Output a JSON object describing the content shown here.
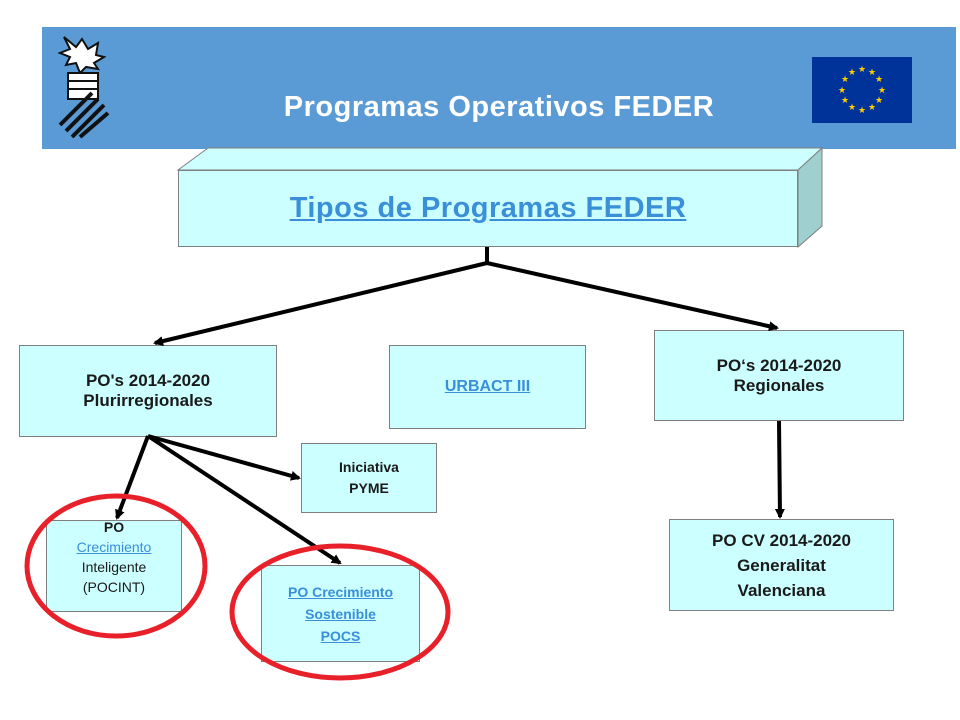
{
  "header": {
    "title": "Programas Operativos FEDER",
    "background_color": "#5b9bd5"
  },
  "main": {
    "title": "Tipos de Programas FEDER"
  },
  "nodes": {
    "plurirregional": [
      "PO's 2014-2020",
      "Plurirregionales"
    ],
    "urbact": "URBACT III",
    "regional": [
      "PO‘s 2014-2020",
      "Regionales"
    ],
    "pyme": [
      "Iniciativa",
      "PYME"
    ],
    "pocint": {
      "line1": "PO",
      "link": "Crecimiento",
      "line3": "Inteligente",
      "line4": "(POCINT)"
    },
    "pocs": [
      "PO Crecimiento",
      "Sostenible",
      "POCS"
    ],
    "pocv": [
      "PO CV 2014-2020",
      "Generalitat",
      "Valenciana"
    ]
  },
  "colors": {
    "box_fill": "#ccffff",
    "link": "#3a8fd9",
    "highlight_circle": "#e8202a",
    "arrow": "#000000"
  },
  "icons": [
    "coat-of-arms-icon",
    "eu-flag-icon"
  ]
}
